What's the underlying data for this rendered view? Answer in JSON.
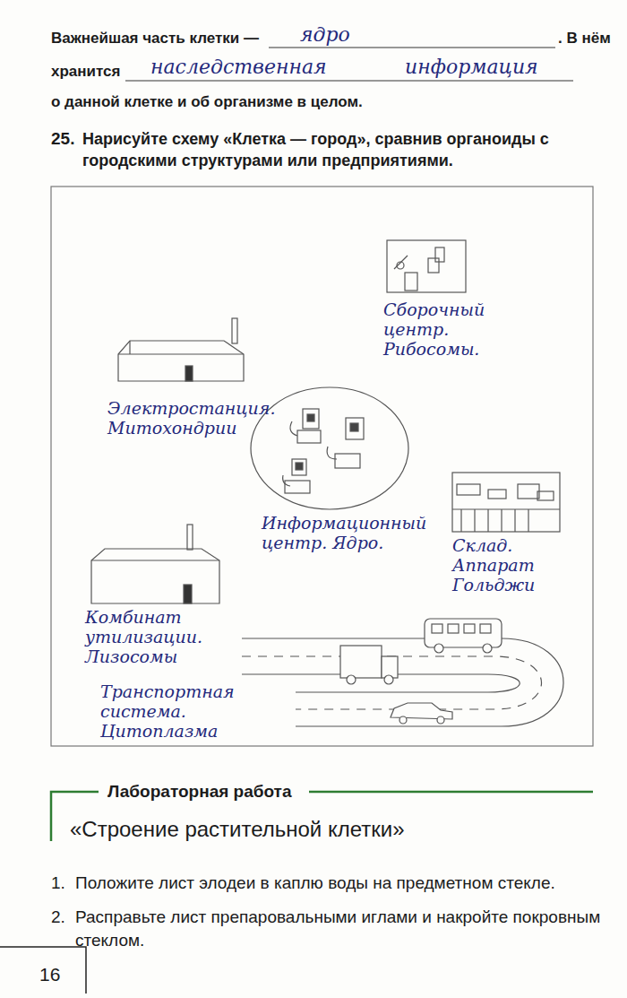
{
  "diagram": {
    "labels": [
      "Важнейшая часть клетки —",
      "ядро",
      ". В нём",
      "хранится",
      "наследственная",
      "информация",
      "о данной клетке и об организме в целом.",
      "25.",
      "Нарисуйте схему «Клетка — город», сравнив органоиды с городскими структурами или предприятиями.",
      "Сборочный центр. Рибосомы.",
      "Электростанция. Митохондрии",
      "Информационный центр. Ядро.",
      "Склад. Аппарат Гольджи",
      "Комбинат утилизации. Лизосомы",
      "Транспортная система. Цитоплазма",
      "Лабораторная работа",
      "«Строение растительной клетки»",
      "1.",
      "Положите лист элодеи в каплю воды на предметном стекле.",
      "2.",
      "Расправьте лист препаровальными иглами и накройте покровным стеклом.",
      "16"
    ]
  }
}
